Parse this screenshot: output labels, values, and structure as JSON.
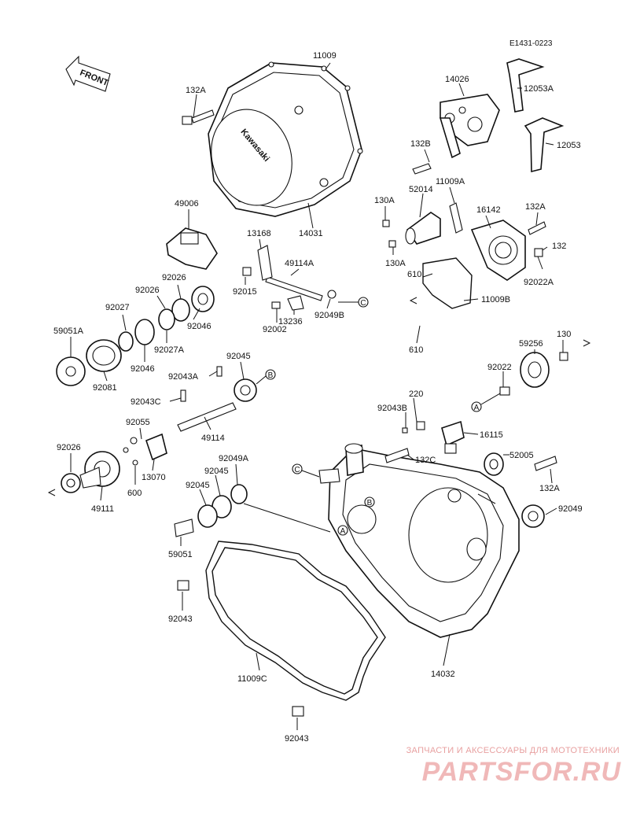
{
  "diagram": {
    "code": "E1431-0223",
    "front_label": "FRONT",
    "brand_on_cover": "Kawasaki",
    "parts": [
      {
        "id": "p-11009",
        "label": "11009"
      },
      {
        "id": "p-132A-top",
        "label": "132A"
      },
      {
        "id": "p-14031",
        "label": "14031"
      },
      {
        "id": "p-14026",
        "label": "14026"
      },
      {
        "id": "p-12053A",
        "label": "12053A"
      },
      {
        "id": "p-12053",
        "label": "12053"
      },
      {
        "id": "p-132B",
        "label": "132B"
      },
      {
        "id": "p-11009A",
        "label": "11009A"
      },
      {
        "id": "p-52014",
        "label": "52014"
      },
      {
        "id": "p-16142",
        "label": "16142"
      },
      {
        "id": "p-130A-1",
        "label": "130A"
      },
      {
        "id": "p-132A-r",
        "label": "132A"
      },
      {
        "id": "p-130A-2",
        "label": "130A"
      },
      {
        "id": "p-132",
        "label": "132"
      },
      {
        "id": "p-610-1",
        "label": "610"
      },
      {
        "id": "p-92022A",
        "label": "92022A"
      },
      {
        "id": "p-11009B",
        "label": "11009B"
      },
      {
        "id": "p-610-2",
        "label": "610"
      },
      {
        "id": "p-130",
        "label": "130"
      },
      {
        "id": "p-59256",
        "label": "59256"
      },
      {
        "id": "p-92022",
        "label": "92022"
      },
      {
        "id": "p-49006",
        "label": "49006"
      },
      {
        "id": "p-13168",
        "label": "13168"
      },
      {
        "id": "p-49114A",
        "label": "49114A"
      },
      {
        "id": "p-92015",
        "label": "92015"
      },
      {
        "id": "p-92002",
        "label": "92002"
      },
      {
        "id": "p-13236",
        "label": "13236"
      },
      {
        "id": "p-92049B",
        "label": "92049B"
      },
      {
        "id": "p-92026-a",
        "label": "92026"
      },
      {
        "id": "p-92026-b",
        "label": "92026"
      },
      {
        "id": "p-92027",
        "label": "92027"
      },
      {
        "id": "p-92046-a",
        "label": "92046"
      },
      {
        "id": "p-92027A",
        "label": "92027A"
      },
      {
        "id": "p-59051A",
        "label": "59051A"
      },
      {
        "id": "p-92046-b",
        "label": "92046"
      },
      {
        "id": "p-92081",
        "label": "92081"
      },
      {
        "id": "p-92045-a",
        "label": "92045"
      },
      {
        "id": "p-92043A",
        "label": "92043A"
      },
      {
        "id": "p-92043C",
        "label": "92043C"
      },
      {
        "id": "p-49114",
        "label": "49114"
      },
      {
        "id": "p-92055",
        "label": "92055"
      },
      {
        "id": "p-13070",
        "label": "13070"
      },
      {
        "id": "p-600",
        "label": "600"
      },
      {
        "id": "p-92026-c",
        "label": "92026"
      },
      {
        "id": "p-49111",
        "label": "49111"
      },
      {
        "id": "p-220",
        "label": "220"
      },
      {
        "id": "p-92043B",
        "label": "92043B"
      },
      {
        "id": "p-16115",
        "label": "16115"
      },
      {
        "id": "p-132C",
        "label": "132C"
      },
      {
        "id": "p-52005",
        "label": "52005"
      },
      {
        "id": "p-132A-b",
        "label": "132A"
      },
      {
        "id": "p-92049",
        "label": "92049"
      },
      {
        "id": "p-92049A",
        "label": "92049A"
      },
      {
        "id": "p-92045-b",
        "label": "92045"
      },
      {
        "id": "p-92045-c",
        "label": "92045"
      },
      {
        "id": "p-59051",
        "label": "59051"
      },
      {
        "id": "p-92043-a",
        "label": "92043"
      },
      {
        "id": "p-11009C",
        "label": "11009C"
      },
      {
        "id": "p-14032",
        "label": "14032"
      },
      {
        "id": "p-92043-b",
        "label": "92043"
      }
    ],
    "ref_markers": [
      "A",
      "B",
      "C"
    ]
  },
  "watermark": {
    "tagline": "ЗАПЧАСТИ И АКСЕССУАРЫ ДЛЯ МОТОТЕХНИКИ",
    "logo": "PARTSFOR.RU",
    "color": "#f0b8b8"
  }
}
